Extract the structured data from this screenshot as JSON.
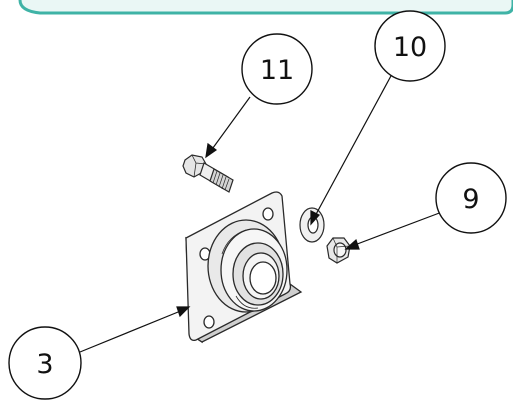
{
  "balloons": [
    {
      "id": "b11",
      "label": "11",
      "part": "bolt"
    },
    {
      "id": "b10",
      "label": "10",
      "part": "washer"
    },
    {
      "id": "b9",
      "label": "9",
      "part": "nut"
    },
    {
      "id": "b3",
      "label": "3",
      "part": "flange-bearing"
    }
  ],
  "colors": {
    "header_band": "#3fb3a6",
    "header_fill": "#eaf7f5",
    "line": "#111111",
    "part_fill": "#f2f2f2",
    "part_shade": "#c8c8c8",
    "part_edge": "#2a2a2a"
  }
}
